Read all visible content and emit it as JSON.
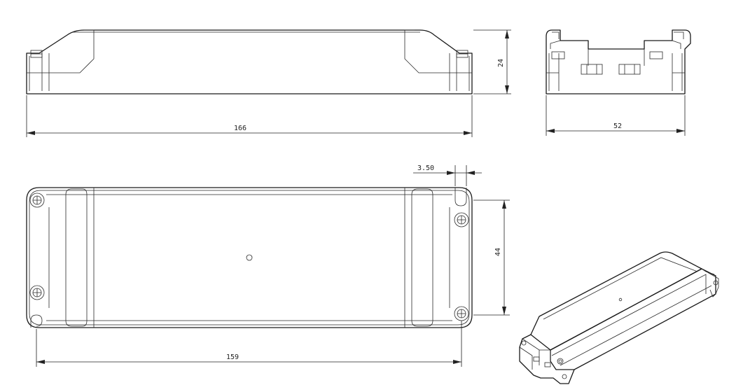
{
  "dimensions": {
    "length_overall": "166",
    "height": "24",
    "width_end_view": "52",
    "width_top_view": "44",
    "mounting_pitch": "159",
    "mounting_hole_offset": "3.50"
  }
}
